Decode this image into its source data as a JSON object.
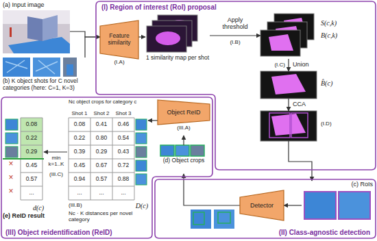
{
  "diagram": {
    "nodes": [
      {
        "text": [
          "(a) Input image"
        ]
      },
      {
        "text": [
          "(b) K object shots for C novel categories (here: C=1, K=3)"
        ]
      },
      {
        "text": [
          "(I) Region of interest (RoI) proposal"
        ]
      },
      {
        "text": [
          "Feature similarity",
          "(I.A)"
        ],
        "in": 2
      },
      {
        "text": [
          "1 similarity map per shot"
        ],
        "in": 2
      },
      {
        "text": [
          "S(c,k)",
          "B(c,k)"
        ],
        "in": 2
      },
      {
        "text": [
          "B̂(c)"
        ],
        "in": 2
      },
      {
        "text": [
          "(I.D)"
        ],
        "in": 2
      },
      {
        "text": [
          "(II) Class-agnostic detection"
        ]
      },
      {
        "text": [
          "(c) RoIs"
        ],
        "in": 8
      },
      {
        "text": [
          "Detector"
        ],
        "in": 8
      },
      {
        "text": [
          "(III) Object reidentification (ReID)"
        ]
      },
      {
        "text": [
          "Object ReID",
          "(III.A)"
        ],
        "in": 11
      },
      {
        "text": [
          "(d) Object crops"
        ],
        "in": 11
      },
      {
        "text": [
          "D(c)"
        ],
        "in": 11
      },
      {
        "text": [
          "d(c)",
          "(e) ReID result"
        ],
        "in": 11
      }
    ],
    "edges": [
      {
        "from": 0,
        "to": 3,
        "arrow": "to"
      },
      {
        "from": 1,
        "to": 3,
        "arrow": "to"
      },
      {
        "from": 3,
        "to": 4,
        "arrow": "to"
      },
      {
        "from": 4,
        "to": 5,
        "label": "Apply threshold",
        "arrow": "to"
      },
      {
        "from": 5,
        "to": 6,
        "label": "Union",
        "arrow": "to"
      },
      {
        "from": 6,
        "to": 7,
        "label": "CCA",
        "arrow": "to"
      },
      {
        "from": 7,
        "to": 9,
        "arrow": "to"
      },
      {
        "from": 9,
        "to": 10,
        "arrow": "to"
      },
      {
        "from": 10,
        "to": 13,
        "arrow": "to"
      },
      {
        "from": 13,
        "to": 12,
        "arrow": "to"
      },
      {
        "from": 12,
        "to": 14,
        "arrow": "to"
      },
      {
        "from": 14,
        "to": 15,
        "label": "min k=1..K",
        "arrow": "to"
      }
    ],
    "labels": [
      "(I.B)",
      "(I.C)",
      "Nc object crops for category c",
      "Shot 1",
      "Shot 2",
      "Shot 3",
      "0.08",
      "0.41",
      "0.46",
      "0.22",
      "0.80",
      "0.54",
      "0.39",
      "0.29",
      "0.43",
      "0.45",
      "0.67",
      "0.72",
      "0.94",
      "0.57",
      "0.88",
      "...",
      "...",
      "...",
      "0.08",
      "0.22",
      "0.29",
      "0.45",
      "0.57",
      "...",
      "×",
      "×",
      "×",
      "(III.C)",
      "(III.B)",
      "Nc · K distances per novel category"
    ]
  }
}
